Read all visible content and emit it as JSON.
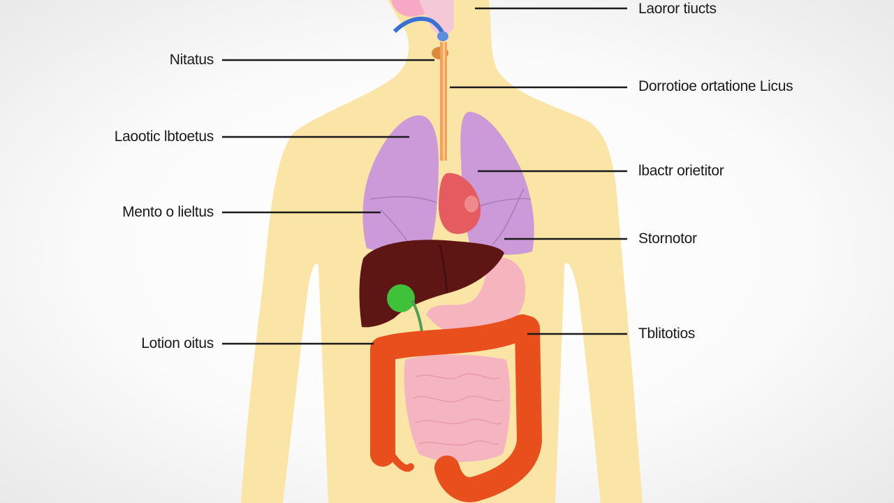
{
  "colors": {
    "skin": "#fbe5a6",
    "lung": "#cc9ad8",
    "heart": "#e55b5f",
    "liver": "#5e1614",
    "gallbladder": "#3fc23a",
    "stomach": "#f6b4be",
    "small_intestine": "#f5b5c0",
    "large_intestine": "#e84f1d",
    "esophagus": "#f2a25a",
    "trachea_blue": "#3a6fd4",
    "leader_line": "#1a1a1a"
  },
  "labels": {
    "top_right": "Laoror tiucts",
    "left_1": "Nitatus",
    "right_2": "Dorrotioe ortatione Licus",
    "left_2": "Laootic lbtoetus",
    "right_3": "lbactr orietitor",
    "left_3": "Mento o lieltus",
    "right_4": "Stornotor",
    "left_4": "Lotion oitus",
    "right_5": "Tblitotios"
  }
}
